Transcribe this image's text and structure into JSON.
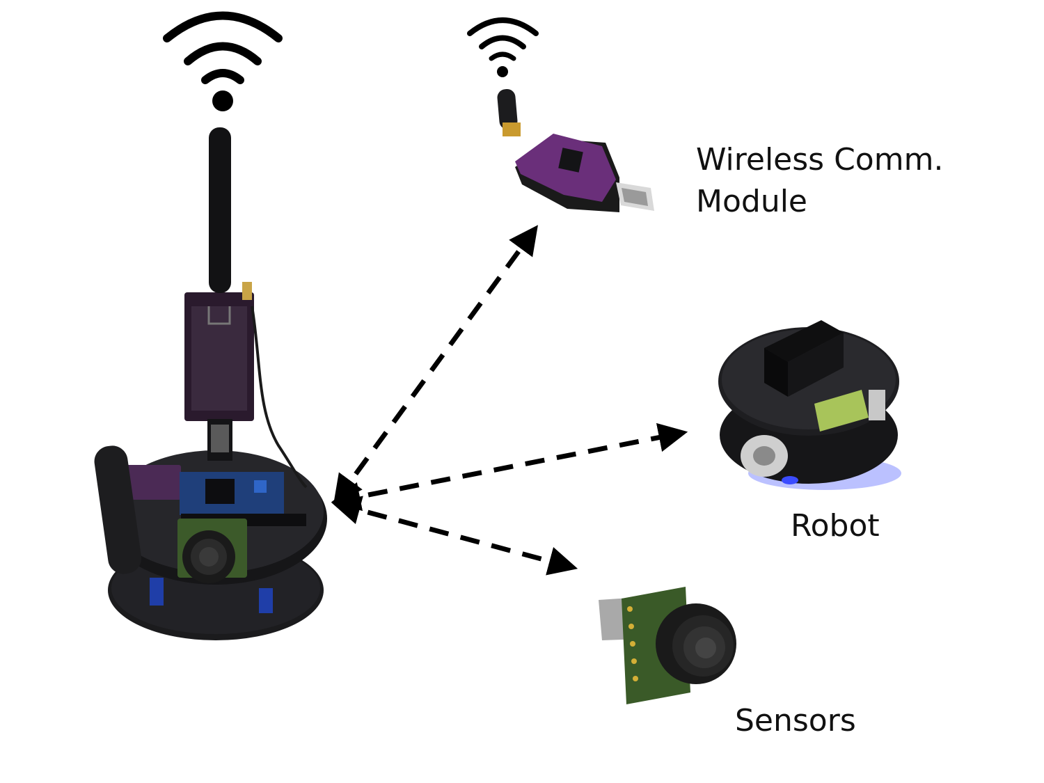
{
  "labels": {
    "wireless_line1": "Wireless Comm.",
    "wireless_line2": "Module",
    "robot": "Robot",
    "sensors": "Sensors"
  },
  "icons": {
    "left_signal": "wifi-signal-icon",
    "top_signal": "wifi-signal-icon"
  },
  "colors": {
    "pcb_black": "#1b1b1d",
    "pcb_purple": "#5b2a66",
    "pcb_green": "#3c5a2a",
    "lcd_green": "#a8c45a",
    "arrow": "#000000",
    "led_blue": "#3b4cff"
  }
}
